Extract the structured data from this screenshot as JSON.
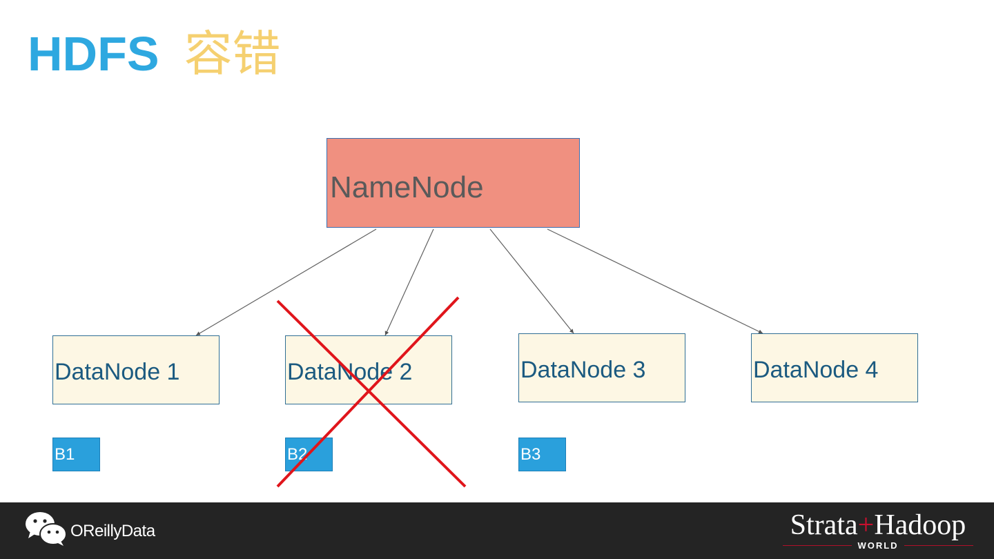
{
  "title": {
    "en": "HDFS",
    "zh": "容错"
  },
  "namenode": {
    "label": "NameNode"
  },
  "datanodes": [
    {
      "label": "DataNode 1"
    },
    {
      "label": "DataNode 2"
    },
    {
      "label": "DataNode 3"
    },
    {
      "label": "DataNode 4"
    }
  ],
  "blocks": [
    {
      "label": "B1"
    },
    {
      "label": "B2"
    },
    {
      "label": "B3"
    }
  ],
  "failed_node": "DataNode 2",
  "colors": {
    "title_en": "#2ea8e0",
    "title_zh": "#f5d070",
    "namenode_fill": "#f09080",
    "datanode_fill": "#fdf7e4",
    "block_fill": "#2aa0dc",
    "cross": "#e0151b",
    "footer_bg": "#242424"
  },
  "footer": {
    "left_brand": "OReillyData",
    "left_icon": "wechat-icon",
    "right_brand_a": "Strata",
    "right_brand_plus": "+",
    "right_brand_b": "Hadoop",
    "right_brand_sub": "WORLD"
  }
}
